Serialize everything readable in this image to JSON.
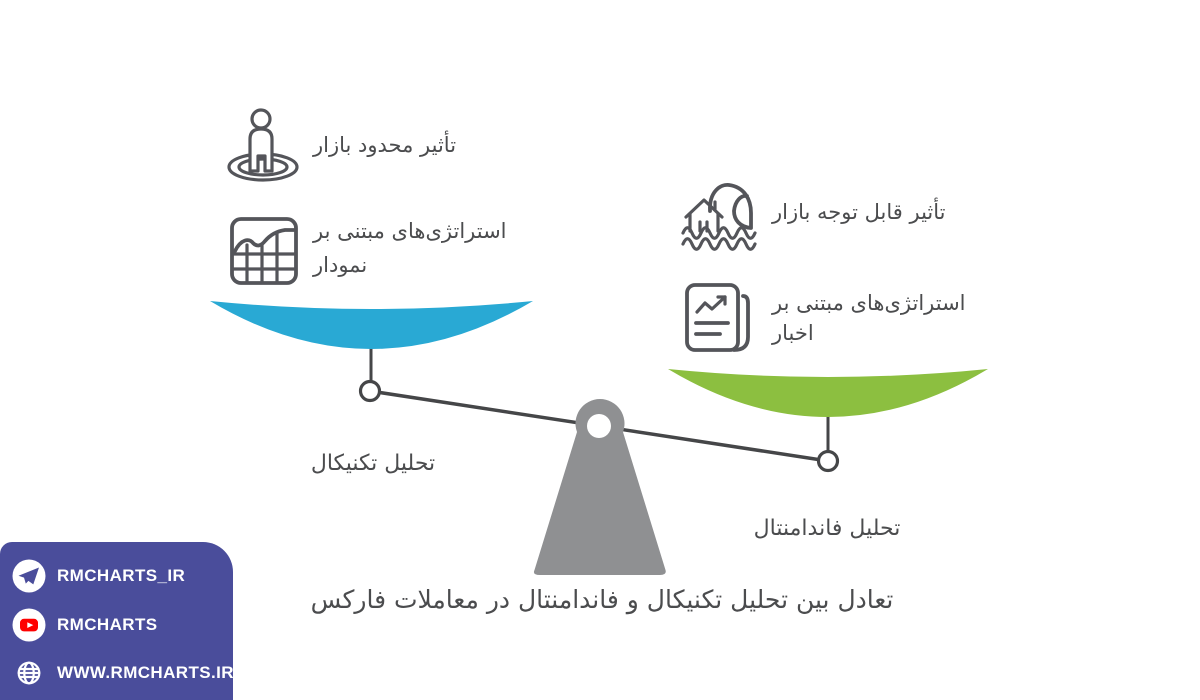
{
  "colors": {
    "bg": "#ffffff",
    "text": "#4b4c4e",
    "icon": "#54555a",
    "beam": "#454648",
    "pan_blue": "#29a9d4",
    "pan_green": "#8cbf40",
    "fulcrum": "#8f9092",
    "panel": "#4a4d9b",
    "yt_red": "#fe0000",
    "white": "#ffffff"
  },
  "scale": {
    "caption": "تعادل بین تحلیل تکنیکال و فاندامنتال در معاملات فارکس",
    "left": {
      "impact_label": "تأثیر محدود بازار",
      "strategy_lines": [
        "استراتژی‌های مبتنی بر",
        "نمودار"
      ],
      "pan_label": "تحلیل تکنیکال"
    },
    "right": {
      "impact_label": "تأثیر قابل توجه بازار",
      "strategy_lines": [
        "استراتژی‌های مبتنی بر",
        "اخبار"
      ],
      "pan_label": "تحلیل فاندامنتال"
    }
  },
  "social": {
    "items": [
      {
        "icon": "telegram-icon",
        "label": "RMCHARTS_IR"
      },
      {
        "icon": "youtube-icon",
        "label": "RMCHARTS"
      },
      {
        "icon": "globe-icon",
        "label": "WWW.RMCHARTS.IR"
      }
    ]
  }
}
